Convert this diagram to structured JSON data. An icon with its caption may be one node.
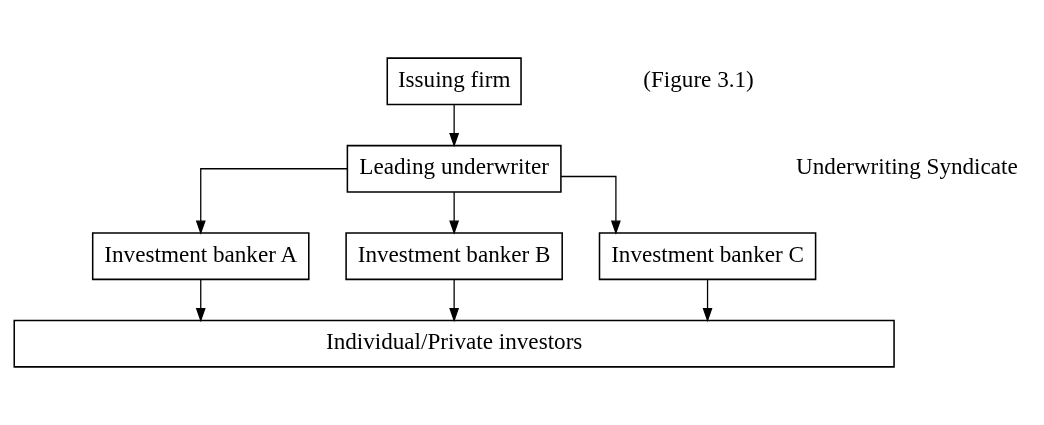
{
  "diagram": {
    "nodes": [
      {
        "text": [
          "Issuing firm"
        ]
      },
      {
        "text": [
          "Leading underwriter"
        ]
      },
      {
        "text": [
          "Investment banker A"
        ]
      },
      {
        "text": [
          "Investment banker B"
        ]
      },
      {
        "text": [
          "Investment banker C"
        ]
      },
      {
        "text": [
          "Individual/Private investors"
        ]
      }
    ],
    "edges": [
      {
        "from": 0,
        "to": 1,
        "arrow": "to"
      },
      {
        "from": 1,
        "to": 2,
        "arrow": "to"
      },
      {
        "from": 1,
        "to": 3,
        "arrow": "to"
      },
      {
        "from": 1,
        "to": 4,
        "arrow": "to"
      },
      {
        "from": 2,
        "to": 5,
        "arrow": "to"
      },
      {
        "from": 3,
        "to": 5,
        "arrow": "to"
      },
      {
        "from": 4,
        "to": 5,
        "arrow": "to"
      }
    ],
    "labels": [
      "(Figure 3.1)",
      "Underwriting Syndicate"
    ]
  }
}
